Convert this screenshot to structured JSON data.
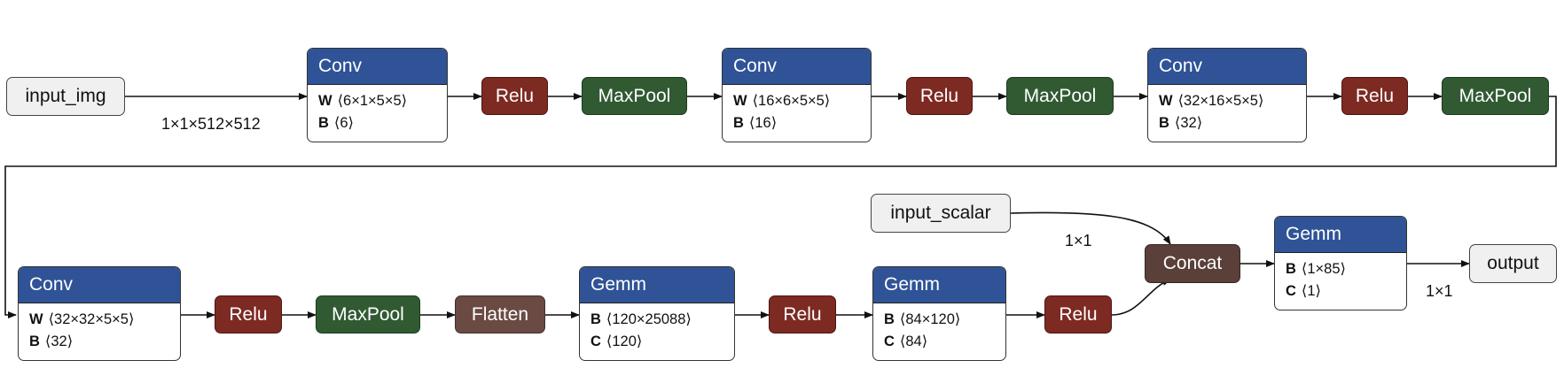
{
  "nodes": {
    "input_img": "input_img",
    "input_scalar": "input_scalar",
    "output": "output",
    "relu": "Relu",
    "maxpool": "MaxPool",
    "flatten": "Flatten",
    "concat": "Concat"
  },
  "conv1": {
    "title": "Conv",
    "rows": [
      {
        "k": "W",
        "v": "⟨6×1×5×5⟩"
      },
      {
        "k": "B",
        "v": "⟨6⟩"
      }
    ]
  },
  "conv2": {
    "title": "Conv",
    "rows": [
      {
        "k": "W",
        "v": "⟨16×6×5×5⟩"
      },
      {
        "k": "B",
        "v": "⟨16⟩"
      }
    ]
  },
  "conv3": {
    "title": "Conv",
    "rows": [
      {
        "k": "W",
        "v": "⟨32×16×5×5⟩"
      },
      {
        "k": "B",
        "v": "⟨32⟩"
      }
    ]
  },
  "conv4": {
    "title": "Conv",
    "rows": [
      {
        "k": "W",
        "v": "⟨32×32×5×5⟩"
      },
      {
        "k": "B",
        "v": "⟨32⟩"
      }
    ]
  },
  "gemm1": {
    "title": "Gemm",
    "rows": [
      {
        "k": "B",
        "v": "⟨120×25088⟩"
      },
      {
        "k": "C",
        "v": "⟨120⟩"
      }
    ]
  },
  "gemm2": {
    "title": "Gemm",
    "rows": [
      {
        "k": "B",
        "v": "⟨84×120⟩"
      },
      {
        "k": "C",
        "v": "⟨84⟩"
      }
    ]
  },
  "gemm3": {
    "title": "Gemm",
    "rows": [
      {
        "k": "B",
        "v": "⟨1×85⟩"
      },
      {
        "k": "C",
        "v": "⟨1⟩"
      }
    ]
  },
  "edge_labels": {
    "input_img_out": "1×1×512×512",
    "input_scalar_out": "1×1",
    "output_in": "1×1"
  }
}
